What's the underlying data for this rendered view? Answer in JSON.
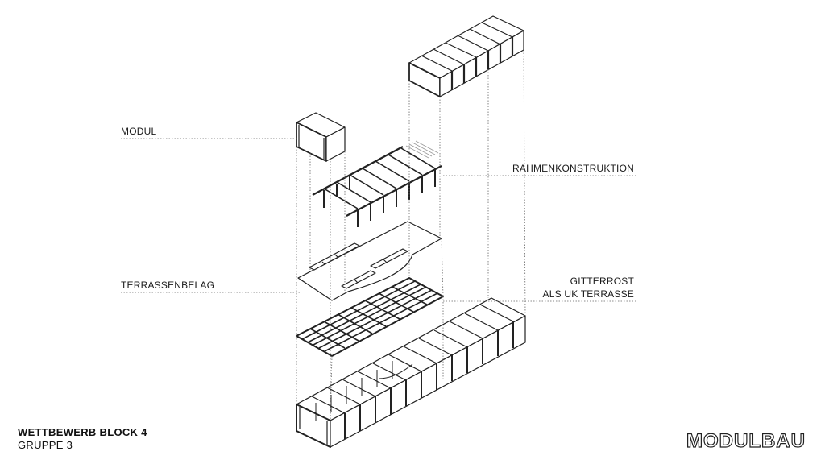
{
  "labels": {
    "modul": "MODUL",
    "rahmen": "RAHMENKONSTRUKTION",
    "terrassenbelag": "TERRASSENBELAG",
    "gitterrost_1": "GITTERROST",
    "gitterrost_2": "ALS UK TERRASSE"
  },
  "footer": {
    "title": "WETTBEWERB BLOCK 4",
    "subtitle": "GRUPPE 3",
    "logo": "MODULBAU"
  },
  "colors": {
    "line": "#222222",
    "dotted": "#555555",
    "background": "#ffffff"
  }
}
